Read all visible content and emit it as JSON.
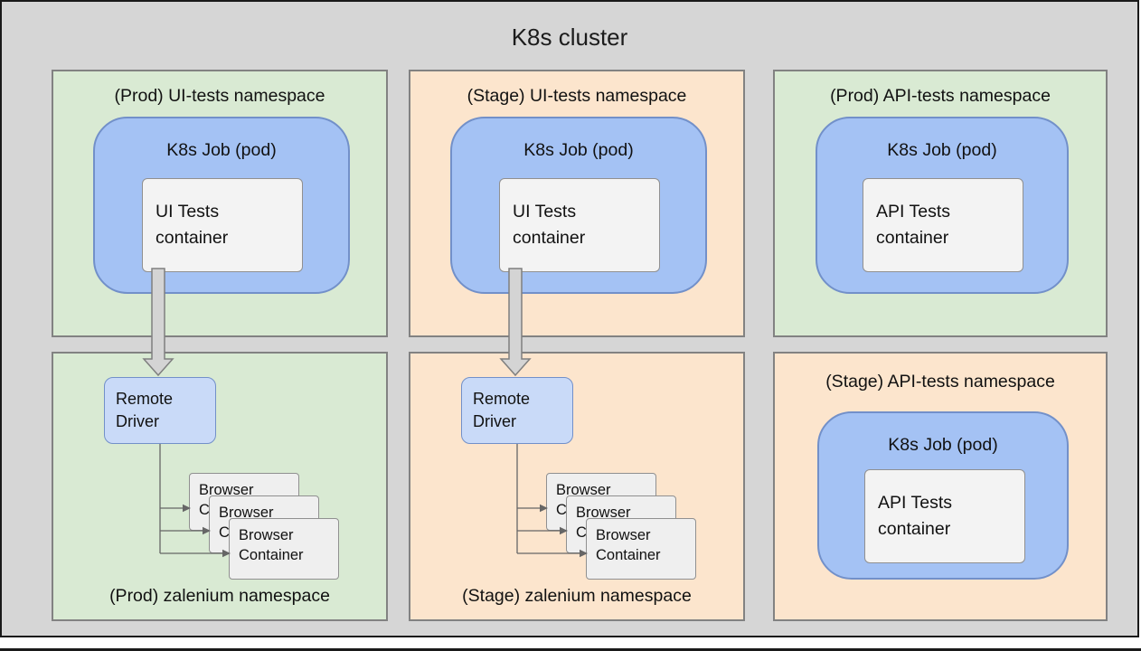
{
  "title": "K8s cluster",
  "colors": {
    "cluster_background": "#d6d6d6",
    "prod_namespace_background": "#d9ead3",
    "stage_namespace_background": "#fce5cd",
    "pod_fill": "#a4c2f4",
    "pod_border": "#7290c9",
    "remote_driver_fill": "#c9daf8",
    "container_fill": "#f3f3f3",
    "container_border": "#909090"
  },
  "panels": {
    "prod_ui": {
      "title": "(Prod) UI-tests namespace",
      "pod_label": "K8s Job (pod)",
      "container_label": "UI Tests container"
    },
    "stage_ui": {
      "title": "(Stage) UI-tests namespace",
      "pod_label": "K8s Job (pod)",
      "container_label": "UI Tests container"
    },
    "prod_api": {
      "title": "(Prod) API-tests namespace",
      "pod_label": "K8s Job (pod)",
      "container_label": "API Tests container"
    },
    "prod_zalenium": {
      "title": "(Prod) zalenium namespace",
      "driver_label": "Remote Driver",
      "browser_label": "Browser Container"
    },
    "stage_zalenium": {
      "title": "(Stage) zalenium namespace",
      "driver_label": "Remote Driver",
      "browser_label": "Browser Container"
    },
    "stage_api": {
      "title": "(Stage) API-tests namespace",
      "pod_label": "K8s Job (pod)",
      "container_label": "API Tests container"
    }
  }
}
